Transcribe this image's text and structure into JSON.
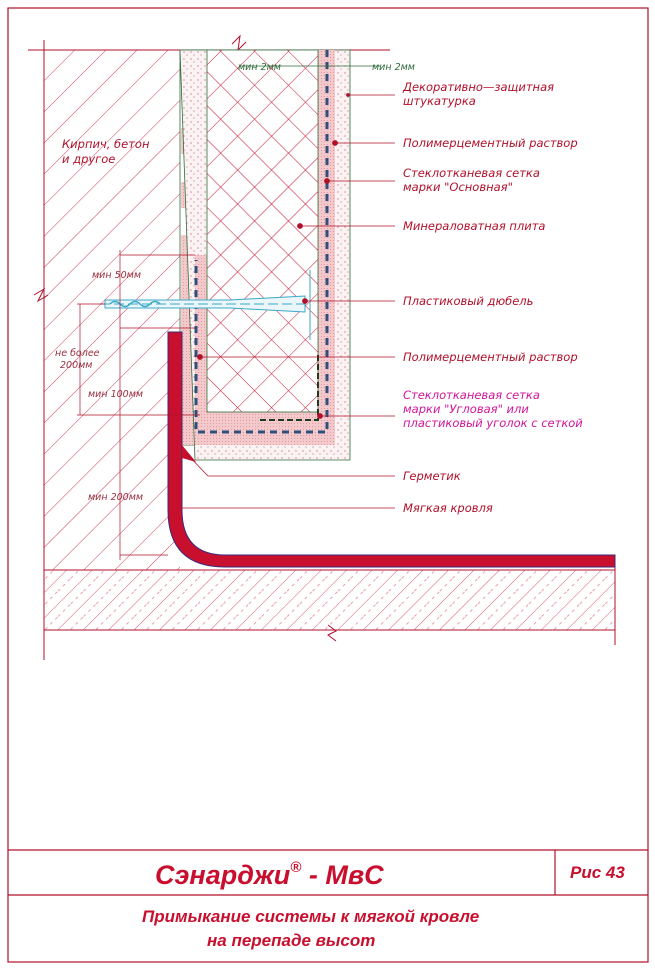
{
  "labels": {
    "brick": [
      "Кирпич, бетон",
      "и другое"
    ],
    "plaster": [
      "Декоративно—защитная",
      "штукатурка"
    ],
    "mortar_top": "Полимерцементный раствор",
    "mesh_main": [
      "Стеклотканевая сетка",
      "марки \"Основная\""
    ],
    "mineral_wool": "Минераловатная плита",
    "dowel": "Пластиковый дюбель",
    "mortar_bottom": "Полимерцементный раствор",
    "mesh_corner": [
      "Стеклотканевая сетка",
      "марки \"Угловая\" или",
      "пластиковый уголок с сеткой"
    ],
    "sealant": "Герметик",
    "roofing": "Мягкая кровля"
  },
  "dimensions": {
    "min2_left": "мин 2мм",
    "min2_right": "мин 2мм",
    "min50": "мин 50мм",
    "max200": [
      "не более",
      "200мм"
    ],
    "min100": "мин 100мм",
    "min200": "мин 200мм"
  },
  "title_block": {
    "brand": "Сэнарджи",
    "reg": "®",
    "product": " - МвС",
    "figure": "Рис 43",
    "caption": [
      "Примыкание системы к мягкой кровле",
      "на перепаде высот"
    ]
  },
  "colors": {
    "red": "#c8102e",
    "line": "#b0102a",
    "mesh": "#2d4f7a",
    "dowel": "#3aa8c8"
  }
}
